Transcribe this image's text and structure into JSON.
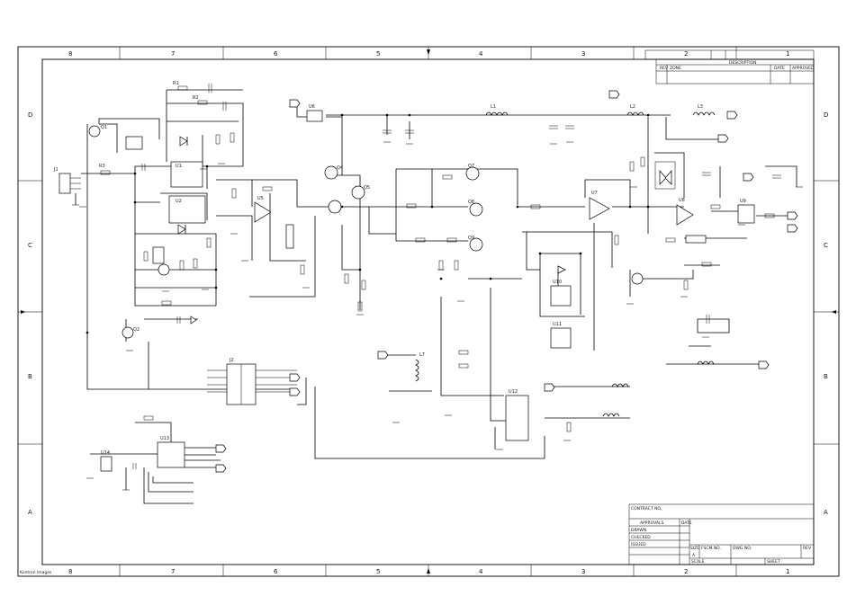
{
  "border": {
    "columns_top": [
      "8",
      "7",
      "6",
      "5",
      "4",
      "3",
      "2",
      "1"
    ],
    "columns_bottom": [
      "8",
      "7",
      "6",
      "5",
      "4",
      "3",
      "2",
      "1"
    ],
    "rows_left": [
      "D",
      "C",
      "B",
      "A"
    ],
    "rows_right": [
      "D",
      "C",
      "B",
      "A"
    ]
  },
  "title_block": {
    "top_revision_table": {
      "header_left": "REV",
      "header_zone": "ZONE",
      "description": "DESCRIPTION",
      "date": "DATE",
      "approved": "APPROVED"
    },
    "bottom": {
      "contract_no": "CONTRACT NO.",
      "approvals": "APPROVALS",
      "date": "DATE",
      "drawn": "DRAWN",
      "checked": "CHECKED",
      "issued": "ISSUED",
      "size": "SIZE",
      "size_value": "A",
      "fscm": "FSCM NO.",
      "dwg": "DWG NO.",
      "rev": "REV",
      "scale": "SCALE",
      "sheet": "SHEET"
    }
  },
  "footer_note": "Kontron Images"
}
